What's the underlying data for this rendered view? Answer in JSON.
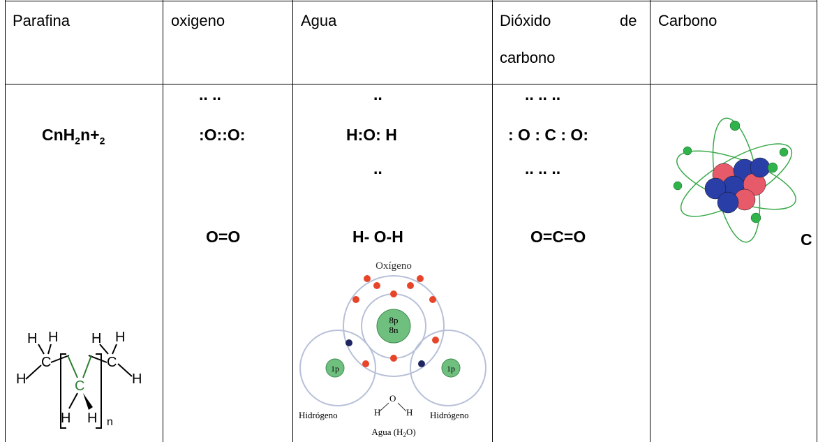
{
  "headers": {
    "parafina": "Parafina",
    "oxigeno": "oxigeno",
    "agua": "Agua",
    "dioxido_word1": "Dióxido",
    "dioxido_word2": "de",
    "dioxido_word3": "carbono",
    "carbono": "Carbono"
  },
  "parafina": {
    "formula_base": "CnH",
    "formula_sub": "2",
    "formula_mid": "n+",
    "formula_sub2": "2",
    "struct": {
      "h": "H",
      "c": "C",
      "n": "n"
    }
  },
  "oxigeno": {
    "lewis_top": "..   ..",
    "lewis_mid": ":O::O:",
    "structural": "O=O"
  },
  "agua": {
    "lewis_top": "..",
    "lewis_mid": "H:O: H",
    "lewis_bot": "..",
    "structural": "H- O-H",
    "diagram": {
      "title": "Oxígeno",
      "nucleus_o_p": "8p",
      "nucleus_o_n": "8n",
      "nucleus_h": "1p",
      "left_label": "Hidrógeno",
      "right_label": "Hidrógeno",
      "bottom_label": "Agua (H",
      "bottom_sub": "2",
      "bottom_end": "O)",
      "h": "H",
      "o": "O"
    }
  },
  "dioxido": {
    "lewis_top": "..   ..   ..",
    "lewis_mid": ": O : C : O:",
    "lewis_bot": "..   ..   ..",
    "structural": "O=C=O"
  },
  "carbono": {
    "symbol": "C"
  }
}
